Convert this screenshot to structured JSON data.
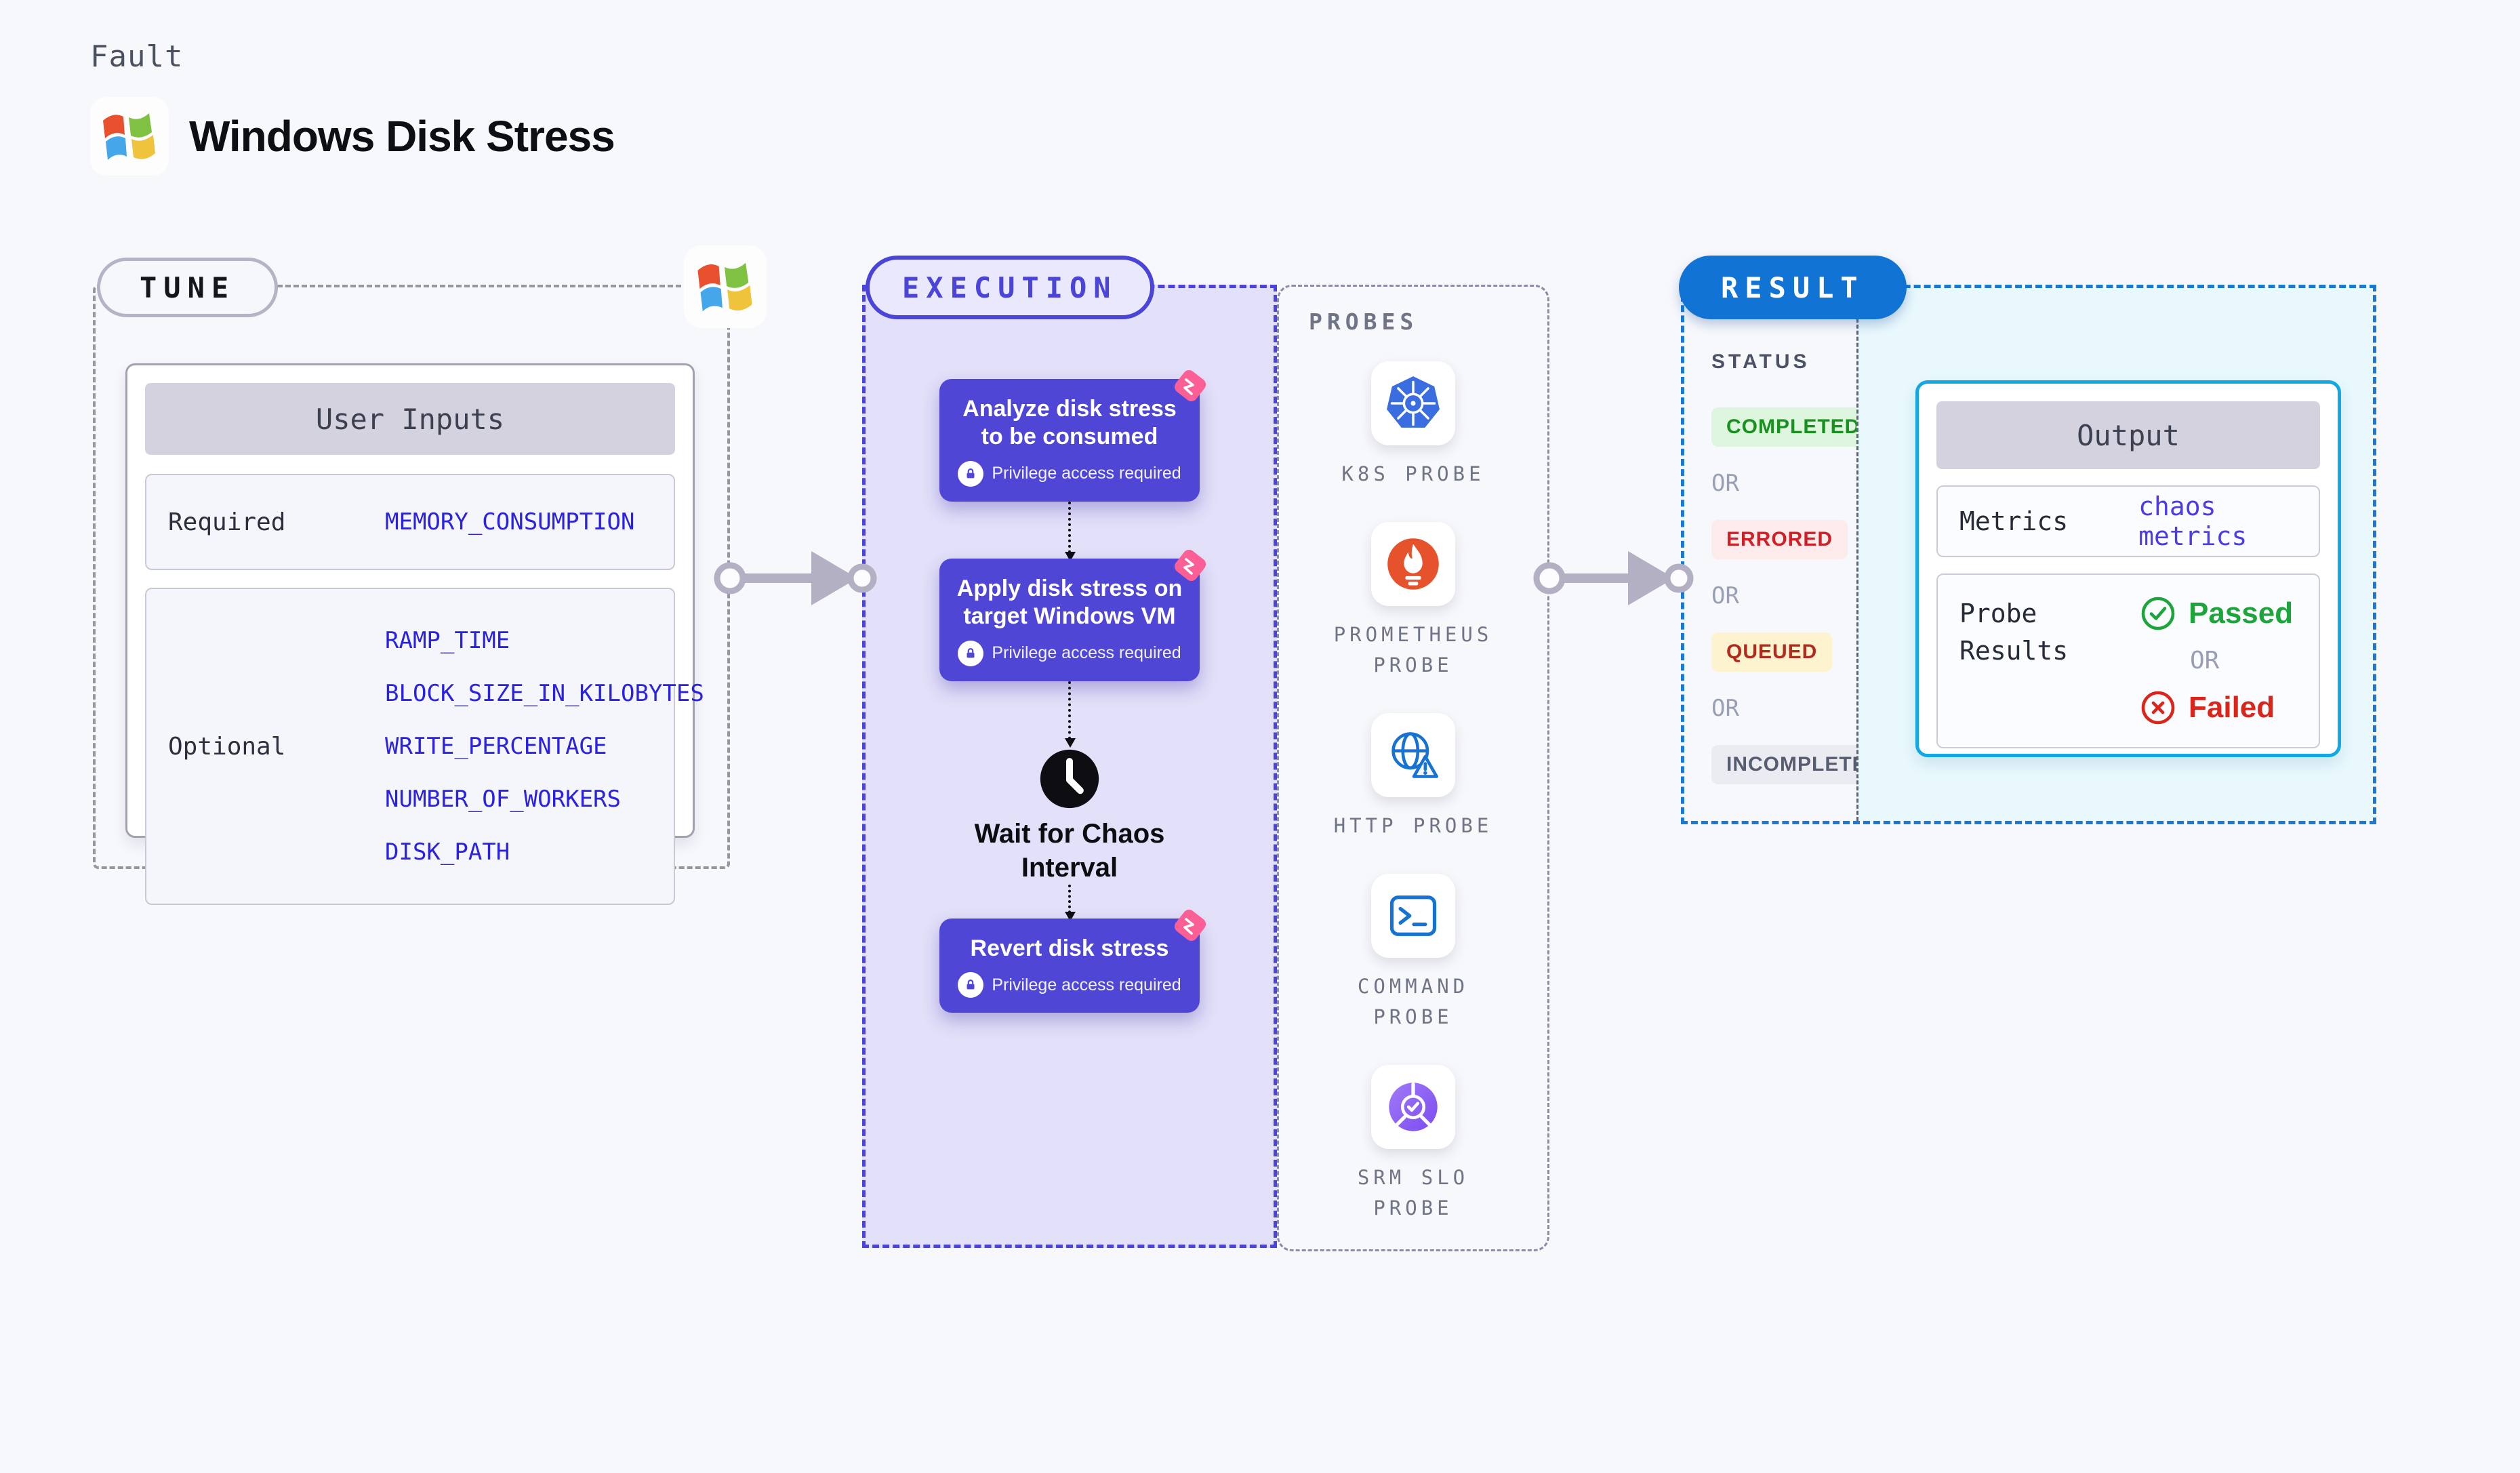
{
  "header": {
    "eyebrow": "Fault",
    "title": "Windows Disk Stress"
  },
  "tune": {
    "label": "TUNE",
    "table": {
      "header": "User Inputs",
      "required_label": "Required",
      "required_values": [
        "MEMORY_CONSUMPTION"
      ],
      "optional_label": "Optional",
      "optional_values": [
        "RAMP_TIME",
        "BLOCK_SIZE_IN_KILOBYTES",
        "WRITE_PERCENTAGE",
        "NUMBER_OF_WORKERS",
        "DISK_PATH"
      ]
    }
  },
  "execution": {
    "label": "EXECUTION",
    "privilege_note": "Privilege access required",
    "steps": [
      {
        "title": "Analyze disk stress\nto be consumed"
      },
      {
        "title": "Apply disk stress on\ntarget Windows VM"
      },
      {
        "title": "Wait for Chaos\nInterval"
      },
      {
        "title": "Revert disk stress"
      }
    ]
  },
  "probes": {
    "label": "PROBES",
    "items": [
      "K8S PROBE",
      "PROMETHEUS PROBE",
      "HTTP PROBE",
      "COMMAND PROBE",
      "SRM SLO PROBE"
    ]
  },
  "result": {
    "label": "RESULT",
    "status": {
      "title": "STATUS",
      "separator": "OR",
      "items": [
        "COMPLETED",
        "ERRORED",
        "QUEUED",
        "INCOMPLETED"
      ]
    },
    "output": {
      "header": "Output",
      "metrics_label": "Metrics",
      "metrics_value": "chaos metrics",
      "probe_results_label": "Probe Results",
      "passed": "Passed",
      "separator": "OR",
      "failed": "Failed"
    }
  },
  "icons": {
    "windows-logo": "waving windows flag (red/green/blue/yellow)",
    "chaos-badge": "pink rotated square with white chaos glyph",
    "lock": "white circle with purple padlock",
    "clock": "black filled clock",
    "k8s-probe": "blue kubernetes heptagon wheel",
    "prometheus-probe": "orange circle with white torch flame",
    "http-probe": "blue globe with warning triangle",
    "command-probe": "blue terminal prompt",
    "srm-slo-probe": "purple gradient dial with check",
    "flow-arrow": "gray arrow with circle endpoints"
  },
  "colors": {
    "page_bg": "#f7f8fc",
    "lavender_bg": "#e3e0f9",
    "card_purple": "#4f46d6",
    "chaos_pink": "#fb5f95",
    "execution_dash": "#4a44d8",
    "tune_dash": "#9695a2",
    "result_blue": "#1173d4",
    "output_border": "#14a8e2",
    "output_bg": "#e8f8fd",
    "value_blue": "#2a22e0",
    "metrics_value_blue": "#4c3ce8",
    "completed_fg": "#18921f",
    "errored_fg": "#cf2028",
    "queued_fg": "#b02a1e",
    "incompleted_fg": "#575d70",
    "passed_green": "#1da53b",
    "failed_red": "#da251b"
  }
}
